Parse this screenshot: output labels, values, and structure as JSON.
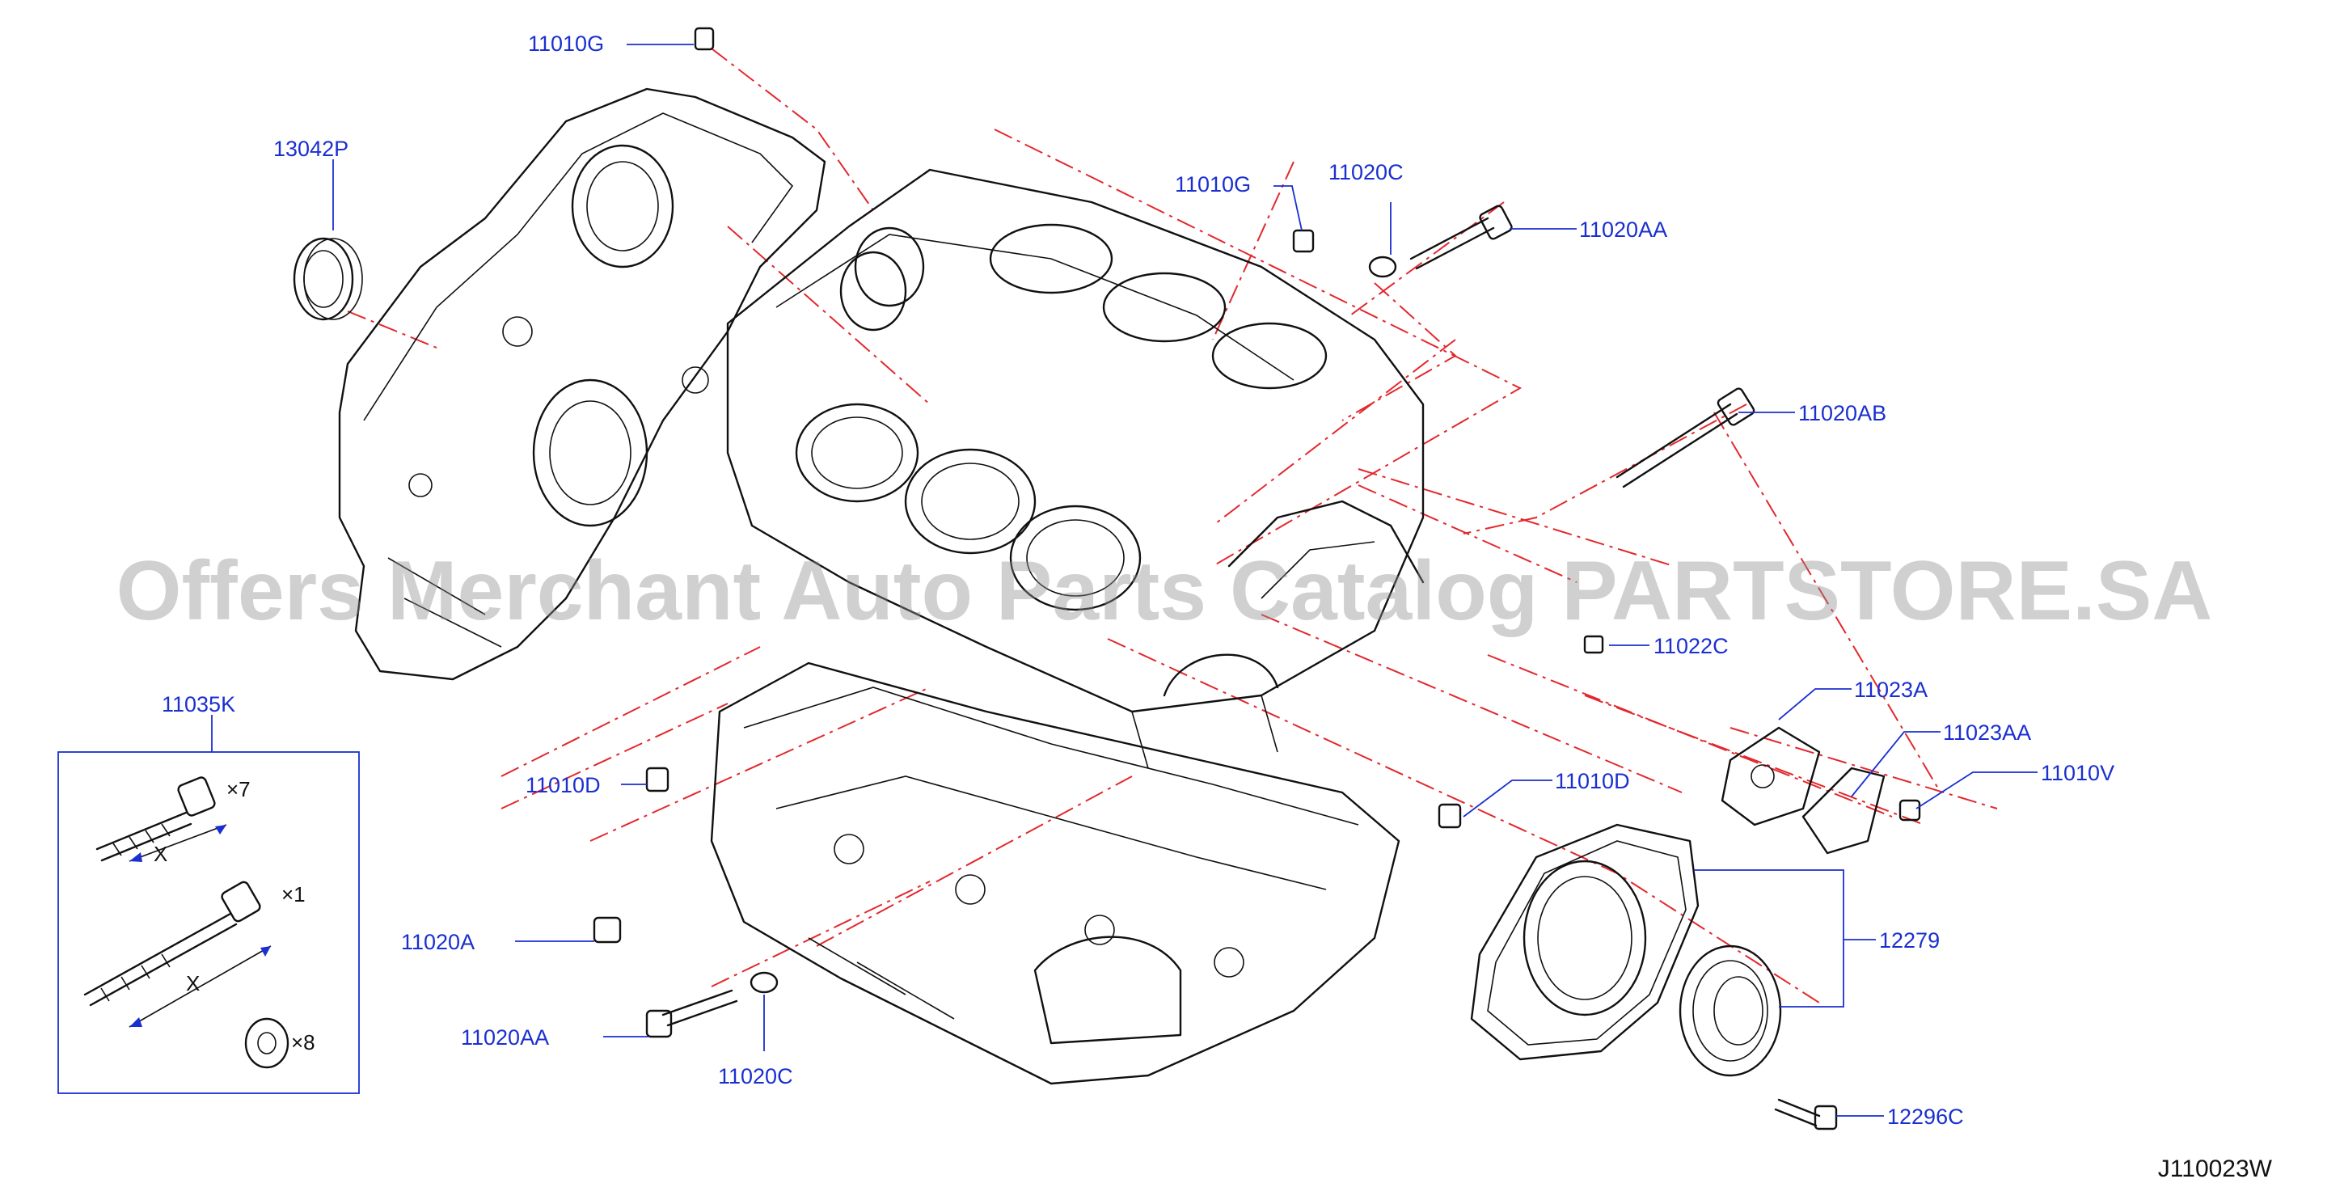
{
  "labels": {
    "p11010G_top": "11010G",
    "p13042P": "13042P",
    "p11010G_mid": "11010G",
    "p11020C_top": "11020C",
    "p11020AA_top": "11020AA",
    "p11020AB": "11020AB",
    "p11022C": "11022C",
    "p11023A": "11023A",
    "p11023AA": "11023AA",
    "p11010V": "11010V",
    "p11010D_left": "11010D",
    "p11010D_right": "11010D",
    "p12279": "12279",
    "p11020A": "11020A",
    "p11020AA_bot": "11020AA",
    "p11020C_bot": "11020C",
    "p12296C": "12296C",
    "p11035K": "11035K"
  },
  "kit": {
    "qty_a": "×7",
    "qty_b": "×1",
    "qty_c": "×8",
    "dim_a": "X",
    "dim_b": "X"
  },
  "diagram_code": "J110023W",
  "watermark": "Offers Merchant Auto Parts Catalog PARTSTORE.SA",
  "colors": {
    "label": "#1a2fd0",
    "centerline": "#e3282d",
    "linework": "#111111"
  }
}
